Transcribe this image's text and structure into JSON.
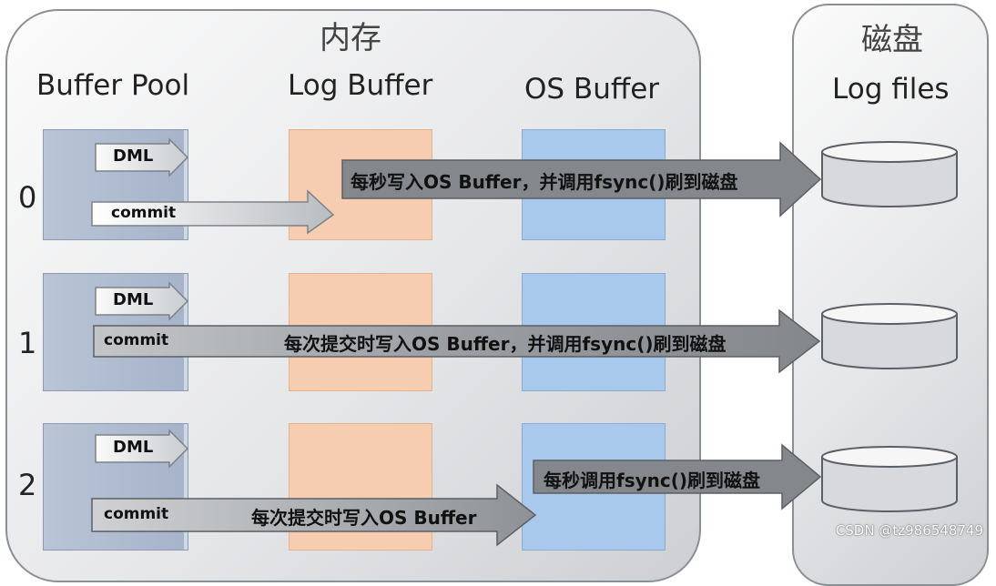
{
  "memory": {
    "title": "内存"
  },
  "disk": {
    "title": "磁盘",
    "log_files_label": "Log files"
  },
  "columns": {
    "buffer_pool": "Buffer Pool",
    "log_buffer": "Log Buffer",
    "os_buffer": "OS Buffer"
  },
  "rows": [
    {
      "label": "0",
      "dml": "DML",
      "commit": "commit",
      "flush_text": "每秒写入OS Buffer，并调用fsync()刷到磁盘"
    },
    {
      "label": "1",
      "dml": "DML",
      "commit": "commit",
      "flush_text": "每次提交时写入OS Buffer，并调用fsync()刷到磁盘"
    },
    {
      "label": "2",
      "dml": "DML",
      "commit": "commit",
      "commit_text": "每次提交时写入OS Buffer",
      "flush_text": "每秒调用fsync()刷到磁盘"
    }
  ],
  "watermark": "CSDN @tz986548749",
  "colors": {
    "buffer_pool": "#aab6cb",
    "log_buffer": "#f6cdb0",
    "os_buffer": "#a9c9ec",
    "arrow_dark": "#7f8286",
    "arrow_light": "#f4f4f4"
  }
}
